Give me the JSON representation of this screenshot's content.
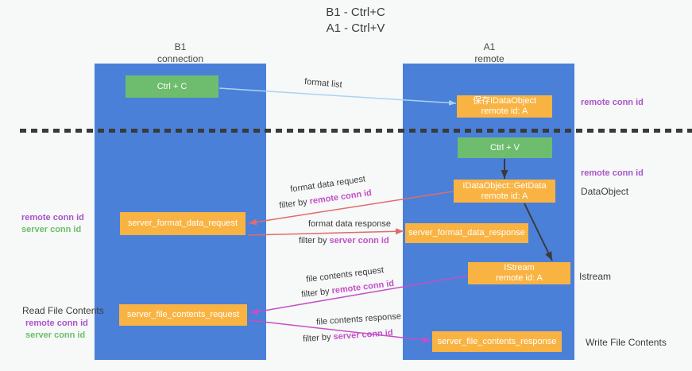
{
  "colors": {
    "bg": "#f7f8f8",
    "column-blue": "#4a80d8",
    "box-green": "#6ebd6e",
    "box-orange": "#f9b342",
    "arrow-lightblue": "#a9d4f0",
    "arrow-red": "#e06c6c",
    "arrow-magenta": "#c44fc8",
    "arrow-black": "#3a3a3a",
    "label-purple": "#a855c8",
    "label-green": "#6abf69",
    "label-magenta": "#c44fc8",
    "label-dark": "#3c3c3c"
  },
  "title": {
    "line1": "B1 - Ctrl+C",
    "line2": "A1 - Ctrl+V"
  },
  "lifelines": {
    "left": {
      "name": "B1",
      "role": "connection"
    },
    "right": {
      "name": "A1",
      "role": "remote"
    }
  },
  "nodes": {
    "ctrl_c": "Ctrl + C",
    "ctrl_v": "Ctrl + V",
    "save_dataobject_line1": "保存IDataObject",
    "save_dataobject_line2": "remote id: A",
    "getdata_line1": "IDataObject::GetData",
    "getdata_line2": "remote id: A",
    "istream_line1": "IStream",
    "istream_line2": "remote id: A",
    "format_request": "server_format_data_request",
    "format_response": "server_format_data_response",
    "file_request": "server_file_contents_request",
    "file_response": "server_file_contents_response"
  },
  "labels": {
    "format_list": "format list",
    "format_data_request": "format data request",
    "format_data_response": "format data response",
    "file_contents_request": "file contents request",
    "file_contents_response": "file contents response",
    "filter_by": "filter by ",
    "remote_conn_id": "remote conn id",
    "server_conn_id": "server conn id",
    "dataobject": "DataObject",
    "istream": "Istream",
    "read_file_contents": "Read File Contents",
    "write_file_contents": "Write File Contents"
  }
}
